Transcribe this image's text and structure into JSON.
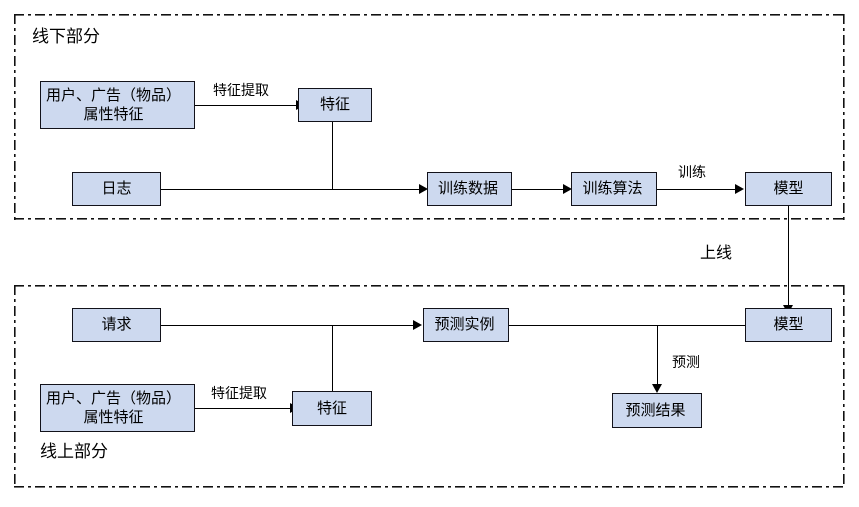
{
  "diagram": {
    "title_offline": "线下部分",
    "title_online": "线上部分",
    "regions": [
      {
        "name": "offline-region",
        "title": "线下部分"
      },
      {
        "name": "online-region",
        "title": "线上部分"
      }
    ],
    "offline": {
      "nodes": {
        "attributes_l1": "用户、广告（物品）",
        "attributes_l2": "属性特征",
        "feature": "特征",
        "log": "日志",
        "training_data": "训练数据",
        "training_algorithm": "训练算法",
        "model": "模型"
      },
      "edge_labels": {
        "feature_extraction": "特征提取",
        "train": "训练"
      }
    },
    "bridge": {
      "deploy_label": "上线"
    },
    "online": {
      "nodes": {
        "request": "请求",
        "attributes_l1": "用户、广告（物品）",
        "attributes_l2": "属性特征",
        "feature": "特征",
        "prediction_instance": "预测实例",
        "model": "模型",
        "prediction_result": "预测结果"
      },
      "edge_labels": {
        "feature_extraction": "特征提取",
        "predict": "预测"
      }
    },
    "colors": {
      "node_fill": "#cdd9ef",
      "node_border": "#12121a",
      "edge": "#000000",
      "region_border": "#111111",
      "background": "#ffffff"
    }
  }
}
